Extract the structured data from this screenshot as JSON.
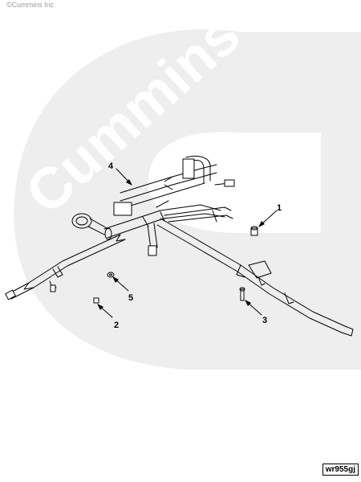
{
  "copyright": "©Cummins Inc",
  "watermark": {
    "text": "Cummins",
    "color": "#eeeeee"
  },
  "callouts": [
    {
      "label": "1"
    },
    {
      "label": "2"
    },
    {
      "label": "3"
    },
    {
      "label": "4"
    },
    {
      "label": "5"
    }
  ],
  "figure_id": "wr955gj",
  "colors": {
    "line": "#000000",
    "background": "#ffffff"
  }
}
